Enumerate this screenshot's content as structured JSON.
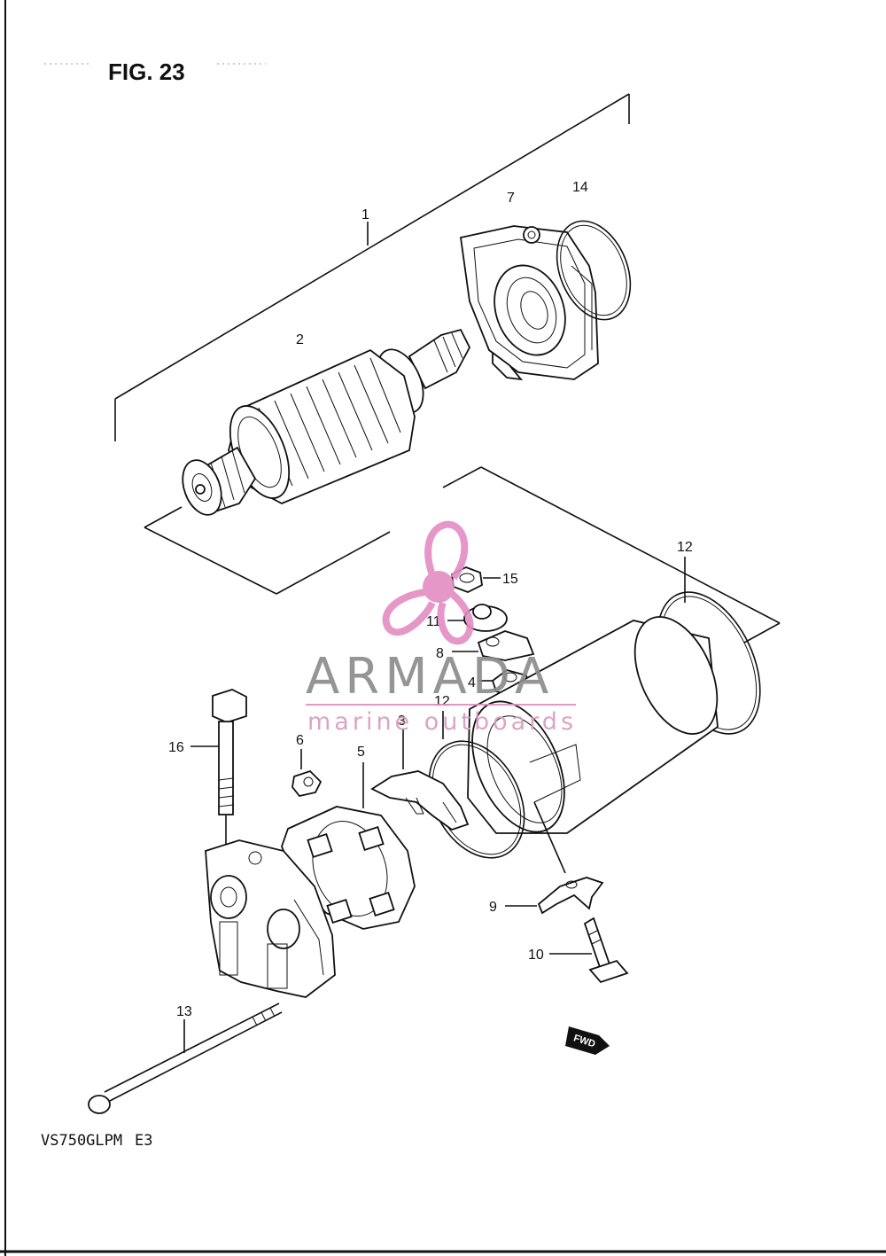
{
  "figure": {
    "title": "FIG. 23",
    "model_code": "VS750GLPM",
    "region_code": "E3"
  },
  "watermark": {
    "brand": "ARMADA",
    "tagline": "marine outboards",
    "accent_color": "#e38cc3"
  },
  "direction_marker": {
    "label": "FWD",
    "icon": "fwd-arrow-icon"
  },
  "callouts": {
    "c1": "1",
    "c2": "2",
    "c3": "3",
    "c4": "4",
    "c5": "5",
    "c6": "6",
    "c7": "7",
    "c8": "8",
    "c9": "9",
    "c10": "10",
    "c11": "11",
    "c12a": "12",
    "c12b": "12",
    "c13": "13",
    "c14": "14",
    "c15": "15",
    "c16": "16"
  },
  "colors": {
    "line": "#111111",
    "watermark_gray": "#8a8a8a",
    "watermark_pink": "#e38cc3"
  }
}
